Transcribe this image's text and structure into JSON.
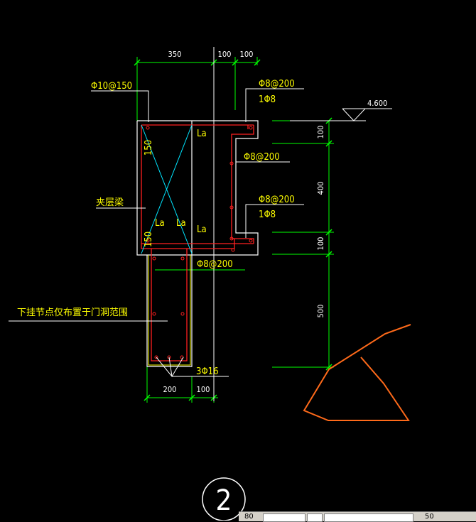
{
  "dimensions": {
    "top_350": "350",
    "top_100a": "100",
    "top_100b": "100",
    "right_100_top": "100",
    "right_400": "400",
    "right_100_mid": "100",
    "right_500": "500",
    "bottom_200": "200",
    "bottom_100": "100",
    "elevation": "4.600"
  },
  "labels": {
    "stirrup_top_left": "Φ10@150",
    "right_upper_spacing": "Φ8@200",
    "right_upper_count": "1Φ8",
    "right_middle_spacing": "Φ8@200",
    "right_lower_spacing": "Φ8@200",
    "right_lower_count": "1Φ8",
    "hanger_spacing": "Φ8@200",
    "beam_name": "夹层梁",
    "hanger_note": "下挂节点仅布置于门洞范围",
    "bottom_bars": "3Φ16",
    "la_1": "La",
    "la_2": "La",
    "la_3": "La",
    "la_4": "La",
    "dim_150_top": "150",
    "dim_150_bottom": "150",
    "detail_number": "2"
  },
  "status_bar": {
    "left_text": "80",
    "right_text": "50"
  }
}
